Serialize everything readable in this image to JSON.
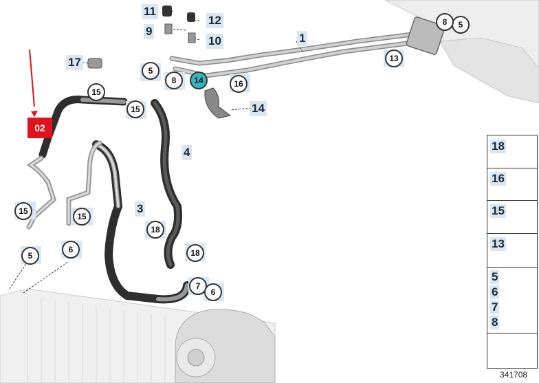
{
  "badge": "02",
  "part_labels": [
    "1",
    "3",
    "4",
    "5",
    "6",
    "9",
    "10",
    "11",
    "12",
    "14",
    "17"
  ],
  "callouts": {
    "c5a": "5",
    "c8a": "8",
    "c5b": "5",
    "c8b": "8",
    "c13": "13",
    "c15a": "15",
    "c15b": "15",
    "c14": "14",
    "c16": "16",
    "c15c": "15",
    "c15d": "15",
    "c5c": "5",
    "c6a": "6",
    "c18a": "18",
    "c18b": "18",
    "c7": "7",
    "c6b": "6"
  },
  "legend": [
    "18",
    "16",
    "15",
    "13",
    "5",
    "6",
    "7",
    "8"
  ],
  "doc_number": "341708",
  "colors": {
    "label_bg": "#dbe6f1",
    "highlight": "#35b6be",
    "badge": "#e0121b",
    "arrow": "#e0121b"
  }
}
